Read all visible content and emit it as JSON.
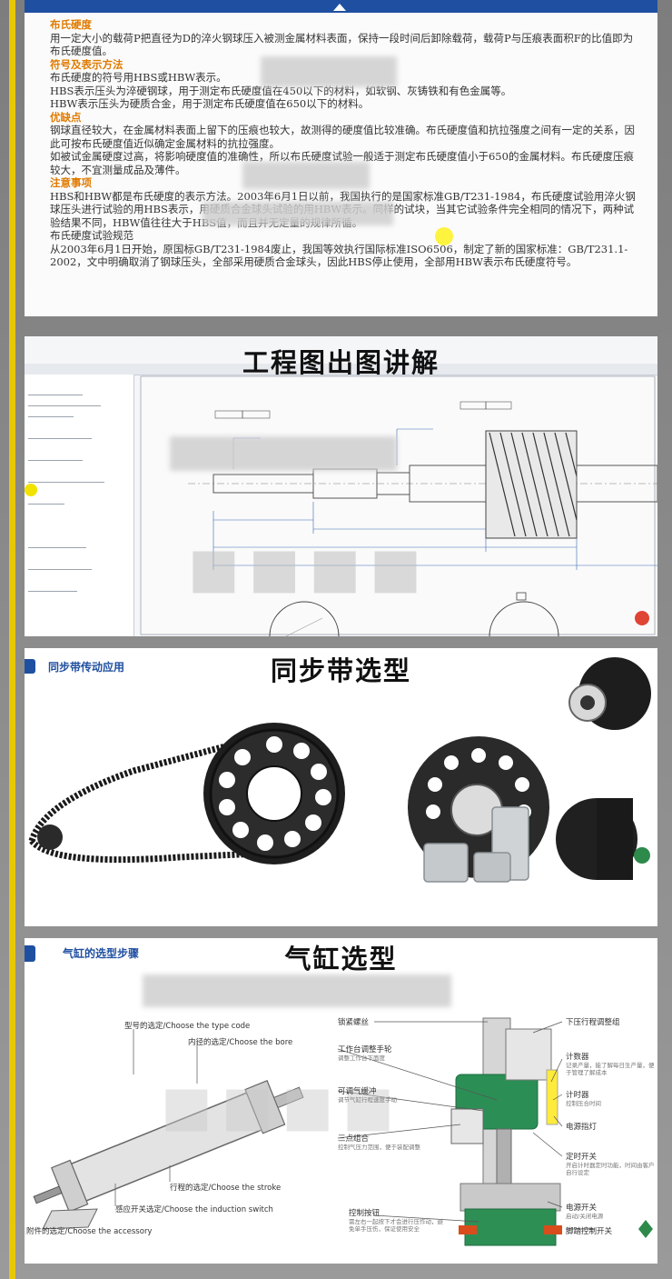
{
  "slide1": {
    "sections": [
      {
        "type": "heading",
        "text": "布氏硬度"
      },
      {
        "type": "body",
        "text": "用一定大小的载荷P把直径为D的淬火钢球压入被测金属材料表面，保持一段时间后卸除载荷，载荷P与压痕表面积F的比值即为布氏硬度值。"
      },
      {
        "type": "heading",
        "text": "符号及表示方法"
      },
      {
        "type": "body",
        "text": "布氏硬度的符号用HBS或HBW表示。"
      },
      {
        "type": "body",
        "text": "HBS表示压头为淬硬钢球，用于测定布氏硬度值在450以下的材料，如软钢、灰铸铁和有色金属等。"
      },
      {
        "type": "body",
        "text": "HBW表示压头为硬质合金，用于测定布氏硬度值在650以下的材料。"
      },
      {
        "type": "heading",
        "text": "优缺点"
      },
      {
        "type": "body",
        "text": "钢球直径较大，在金属材料表面上留下的压痕也较大，故测得的硬度值比较准确。布氏硬度值和抗拉强度之间有一定的关系，因此可按布氏硬度值近似确定金属材料的抗拉强度。"
      },
      {
        "type": "body",
        "text": "如被试金属硬度过高，将影响硬度值的准确性，所以布氏硬度试验一般适于测定布氏硬度值小于650的金属材料。布氏硬度压痕较大，不宜测量成品及薄件。"
      },
      {
        "type": "heading",
        "text": "注意事项"
      },
      {
        "type": "body",
        "text": "HBS和HBW都是布氏硬度的表示方法。2003年6月1日以前，我国执行的是国家标准GB/T231-1984，布氏硬度试验用淬火钢球压头进行试验的用HBS表示，用硬质合金球头试验的用HBW表示。同样的试块，当其它试验条件完全相同的情况下，两种试验结果不同，HBW值往往大于HBS值，而且并无定量的规律所循。"
      },
      {
        "type": "body",
        "text": "布氏硬度试验规范"
      },
      {
        "type": "body",
        "text": "从2003年6月1日开始，原国标GB/T231-1984废止，我国等效执行国际标准ISO6506，制定了新的国家标准：GB/T231.1-2002，文中明确取消了钢球压头，全部采用硬质合金球头，因此HBS停止使用，全部用HBW表示布氏硬度符号。"
      }
    ]
  },
  "slide2": {
    "title": "工程图出图讲解"
  },
  "slide3": {
    "title": "同步带选型",
    "subtitle": "同步带传动应用"
  },
  "slide4": {
    "title": "气缸选型",
    "subtitle": "气缸的选型步骤",
    "left_labels": {
      "type": "型号的选定/Choose the type code",
      "bore": "内径的选定/Choose the bore",
      "stroke": "行程的选定/Choose the stroke",
      "switch": "感应开关选定/Choose the induction switch",
      "accessory": "附件的选定/Choose the accessory"
    },
    "machine_labels": {
      "lock": "锁紧螺丝",
      "wheel": "工作台调整手轮",
      "wheel_note": "调整工作台下面度",
      "throttle": "可调气缓冲",
      "throttle_note": "调节气缸行程速度手动",
      "trio": "三点组合",
      "trio_note": "控制气压力范围，便于装配调整",
      "buttons": "控制按钮",
      "buttons_note": "需左右一起按下才会进行压作动，避免单手压伤，保证使用安全",
      "stroke_adj": "下压行程调整组",
      "counter": "计数器",
      "counter_note": "记录产量，能了解每日生产量，便于管理了解成本",
      "timer": "计时器",
      "timer_note": "控制压合时间",
      "power_light": "电源指灯",
      "timed_switch": "定时开关",
      "timed_note": "开启计时器定时功能，时间由客户自行设定",
      "power_switch": "电源开关",
      "power_note": "启动/关闭电源",
      "foot": "脚踏控制开关"
    }
  }
}
